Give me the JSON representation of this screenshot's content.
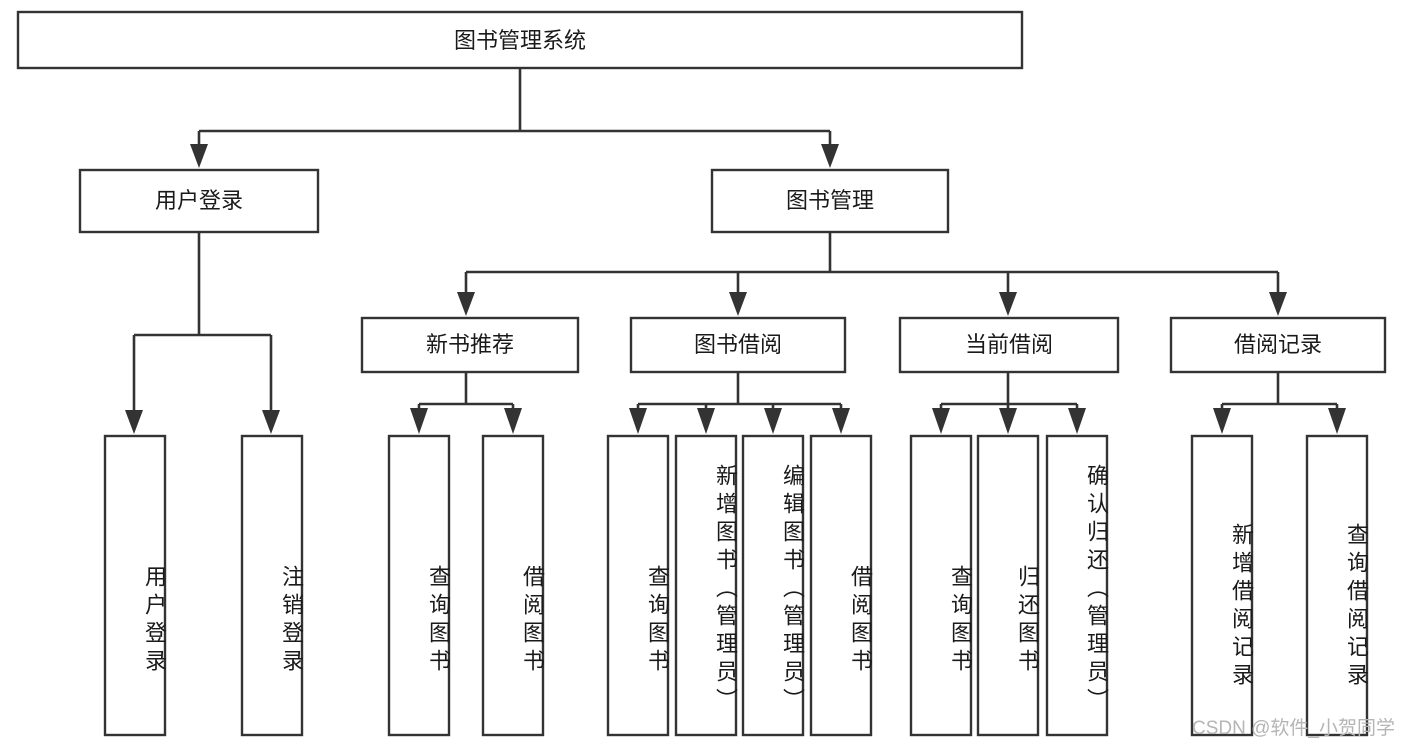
{
  "diagram": {
    "title": "图书管理系统",
    "watermark": "CSDN @软件_小贺同学",
    "colors": {
      "box_stroke": "#333333",
      "box_fill": "#ffffff",
      "text": "#1a1a1a",
      "connector": "#333333",
      "watermark": "#b5b5b5",
      "background": "#ffffff"
    },
    "levels": {
      "root": {
        "label": "图书管理系统"
      },
      "level2": [
        {
          "label": "用户登录"
        },
        {
          "label": "图书管理"
        }
      ],
      "level3": [
        {
          "label": "新书推荐"
        },
        {
          "label": "图书借阅"
        },
        {
          "label": "当前借阅"
        },
        {
          "label": "借阅记录"
        }
      ]
    },
    "leaves": {
      "user_login": [
        {
          "label": "用户登录"
        },
        {
          "label": "注销登录"
        }
      ],
      "new_book_recommend": [
        {
          "label": "查询图书"
        },
        {
          "label": "借阅图书"
        }
      ],
      "book_borrow": [
        {
          "label": "查询图书"
        },
        {
          "label": "新增图书（管理员）"
        },
        {
          "label": "编辑图书（管理员）"
        },
        {
          "label": "借阅图书"
        }
      ],
      "current_borrow": [
        {
          "label": "查询图书"
        },
        {
          "label": "归还图书"
        },
        {
          "label": "确认归还（管理员）"
        }
      ],
      "borrow_record": [
        {
          "label": "新增借阅记录"
        },
        {
          "label": "查询借阅记录"
        }
      ]
    }
  }
}
